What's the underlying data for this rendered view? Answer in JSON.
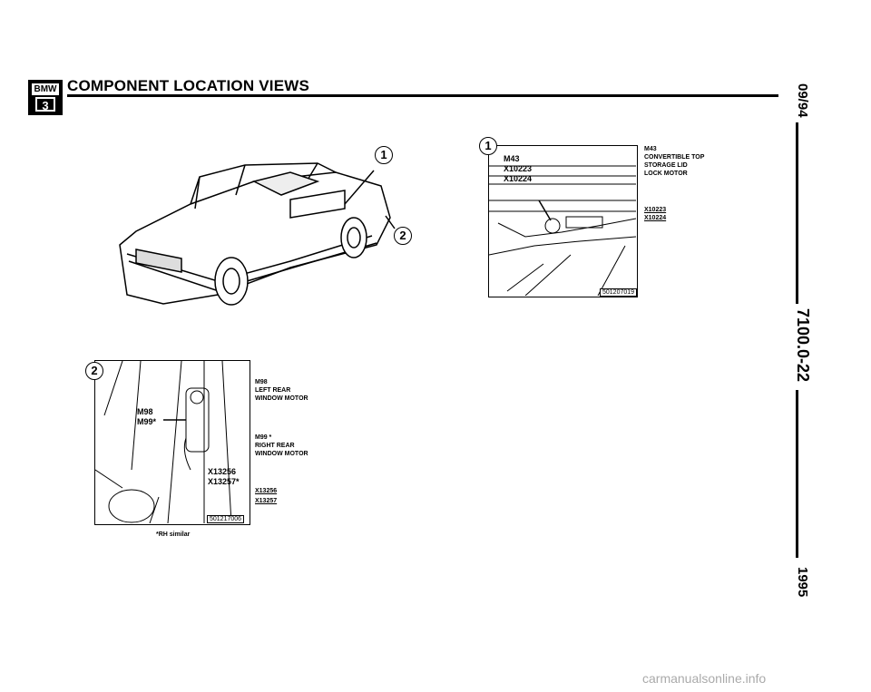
{
  "header": {
    "logo_brand": "BMW",
    "logo_series": "3",
    "title": "COMPONENT LOCATION VIEWS"
  },
  "side_margin": {
    "date": "09/94",
    "page_ref": "7100.0-22",
    "year": "1995"
  },
  "views": {
    "callout_1": "1",
    "callout_2": "2",
    "view_1": {
      "callout": "1",
      "labels_inset": [
        "M43",
        "X10223",
        "X10224"
      ],
      "desc_main": "M43\nCONVERTIBLE TOP\nSTORAGE LID\nLOCK MOTOR",
      "desc_connectors": [
        "X10223",
        "X10224"
      ],
      "part_no": "501207019"
    },
    "view_2": {
      "callout": "2",
      "labels_inset": [
        "M98",
        "M99*",
        "X13256",
        "X13257*"
      ],
      "desc_m98": "M98\nLEFT REAR\nWINDOW MOTOR",
      "desc_m99": "M99 *\nRIGHT REAR\nWINDOW MOTOR",
      "desc_connectors": [
        "X13256",
        "X13257"
      ],
      "part_no": "501217006",
      "footnote": "*RH similar"
    }
  },
  "watermark": "carmanualsonline.info"
}
